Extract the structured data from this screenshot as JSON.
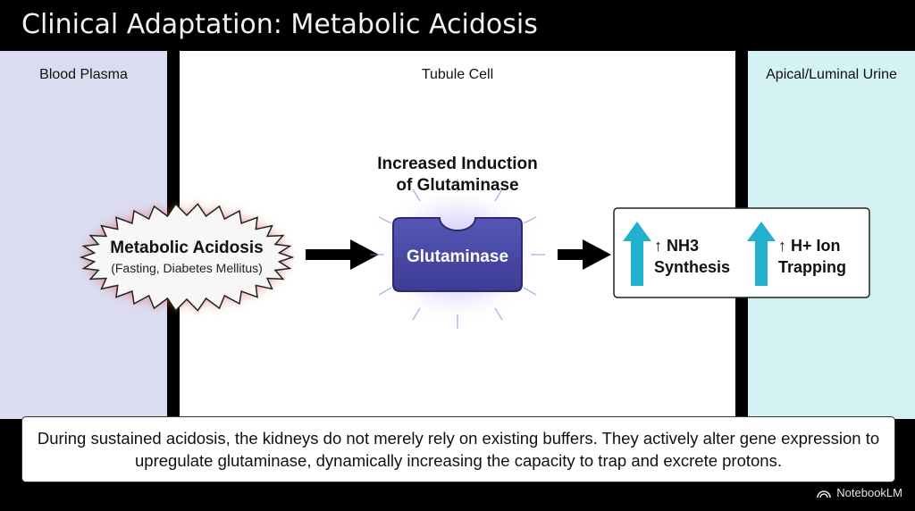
{
  "title": "Clinical Adaptation: Metabolic Acidosis",
  "columns": {
    "plasma": "Blood Plasma",
    "cell": "Tubule Cell",
    "urine": "Apical/Luminal Urine"
  },
  "stimulus": {
    "title": "Metabolic Acidosis",
    "subtitle": "(Fasting, Diabetes Mellitus)"
  },
  "enzyme": {
    "heading_line1": "Increased Induction",
    "heading_line2": "of Glutaminase",
    "label": "Glutaminase"
  },
  "effects": [
    {
      "line1": "↑ NH3",
      "line2": "Synthesis"
    },
    {
      "line1": "↑ H+ Ion",
      "line2": "Trapping"
    }
  ],
  "caption": "During sustained acidosis, the kidneys do not merely rely on existing buffers. They actively alter gene expression to upregulate glutaminase, dynamically increasing the capacity to trap and excrete protons.",
  "branding": "NotebookLM",
  "colors": {
    "enzyme": "#4a4aa8",
    "up_arrow": "#22b0cf",
    "burst_glow": "#d94a4a"
  }
}
